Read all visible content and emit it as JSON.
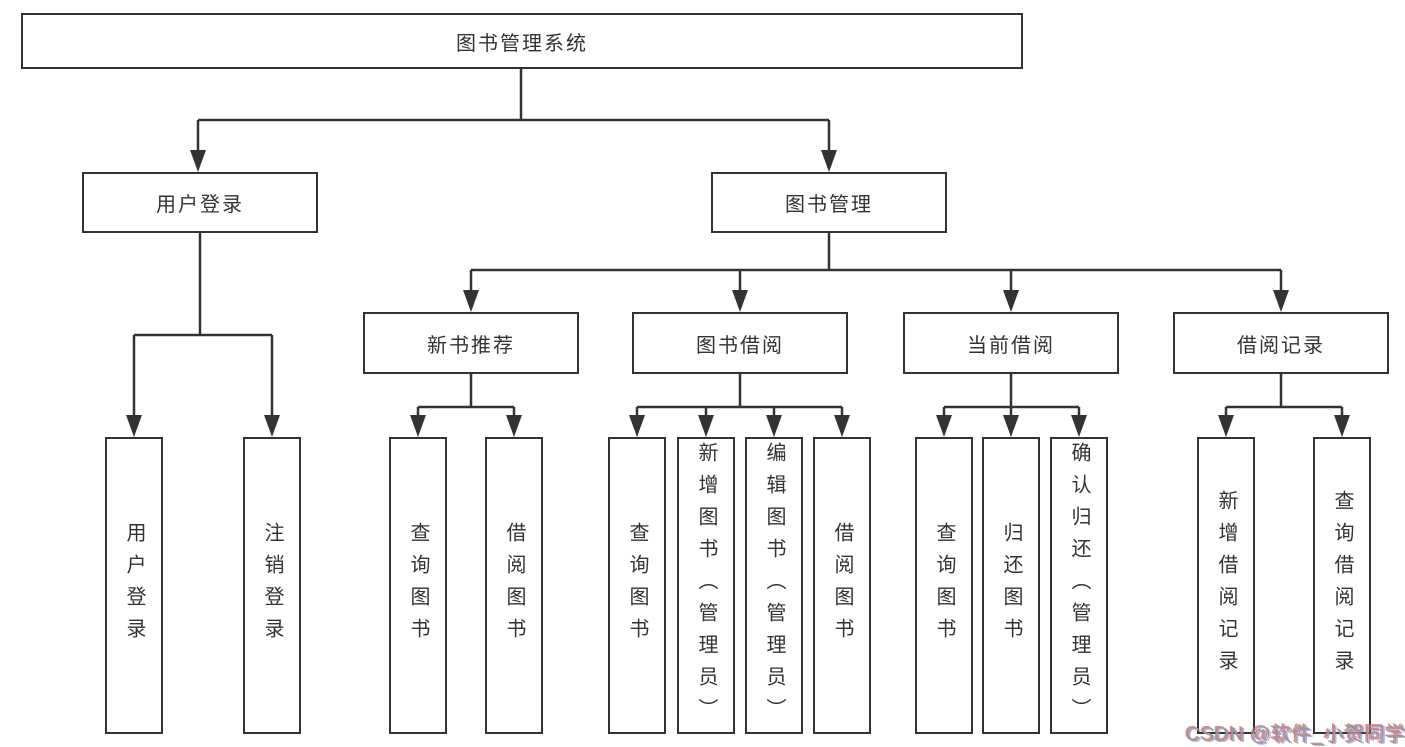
{
  "diagram": {
    "root": {
      "label": "图书管理系统"
    },
    "branches": [
      {
        "label": "用户登录",
        "children": [
          {
            "label": "用户登录"
          },
          {
            "label": "注销登录"
          }
        ]
      },
      {
        "label": "图书管理",
        "children": [
          {
            "label": "新书推荐",
            "children": [
              {
                "label": "查询图书"
              },
              {
                "label": "借阅图书"
              }
            ]
          },
          {
            "label": "图书借阅",
            "children": [
              {
                "label": "查询图书"
              },
              {
                "label": "新增图书（管理员）"
              },
              {
                "label": "编辑图书（管理员）"
              },
              {
                "label": "借阅图书"
              }
            ]
          },
          {
            "label": "当前借阅",
            "children": [
              {
                "label": "查询图书"
              },
              {
                "label": "归还图书"
              },
              {
                "label": "确认归还（管理员）"
              }
            ]
          },
          {
            "label": "借阅记录",
            "children": [
              {
                "label": "新增借阅记录"
              },
              {
                "label": "查询借阅记录"
              }
            ]
          }
        ]
      }
    ]
  },
  "watermark": {
    "text": "CSDN @软件_小贺同学"
  },
  "colors": {
    "line": "#333333",
    "text": "#333333",
    "background": "#ffffff",
    "watermark": "#9b9b9b"
  }
}
